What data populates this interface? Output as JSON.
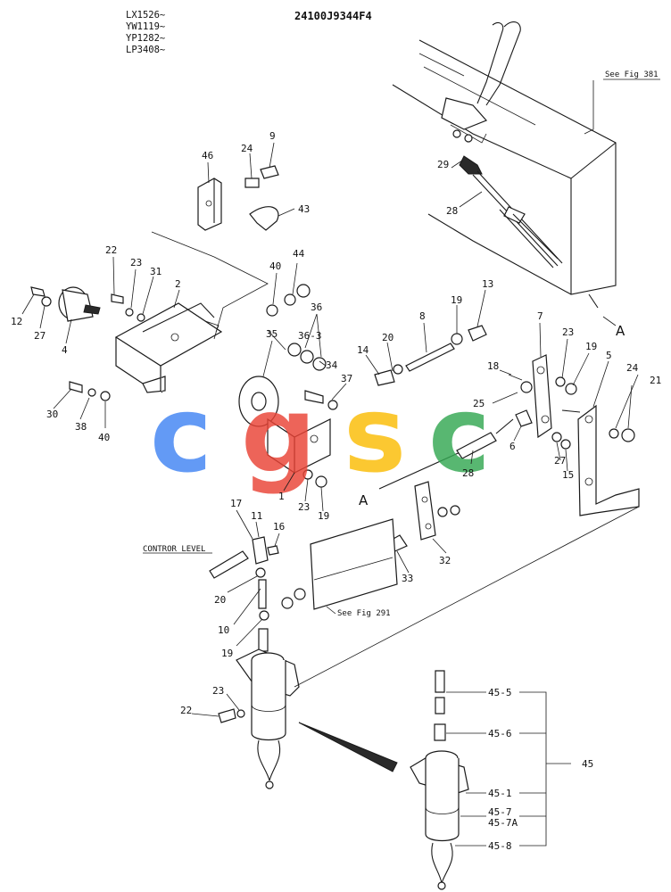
{
  "header": {
    "serial_lines": [
      "LX1526~",
      "YW1119~",
      "YP1282~",
      "LP3408~"
    ],
    "diagram_code": "24100J9344F4"
  },
  "references": {
    "fig_381": "See Fig 381",
    "fig_291": "See Fig 291",
    "control_lever": "CONTROR LEVEL",
    "marker_a": "A"
  },
  "callouts": {
    "c1": "1",
    "c2": "2",
    "c4": "4",
    "c5": "5",
    "c6": "6",
    "c7": "7",
    "c8": "8",
    "c9": "9",
    "c10": "10",
    "c11": "11",
    "c12": "12",
    "c13": "13",
    "c14": "14",
    "c15": "15",
    "c16": "16",
    "c17": "17",
    "c18": "18",
    "c19": "19",
    "c20": "20",
    "c21": "21",
    "c22": "22",
    "c23": "23",
    "c24": "24",
    "c25": "25",
    "c27": "27",
    "c28": "28",
    "c29": "29",
    "c30": "30",
    "c31": "31",
    "c32": "32",
    "c33": "33",
    "c34": "34",
    "c35": "35",
    "c36": "36",
    "c36_3": "36-3",
    "c37": "37",
    "c38": "38",
    "c40": "40",
    "c43": "43",
    "c44": "44",
    "c45": "45",
    "c46": "46"
  },
  "kit": {
    "k45_5": "45-5",
    "k45_6": "45-6",
    "k45_1": "45-1",
    "k45_7": "45-7",
    "k45_7a": "45-7A",
    "k45_8": "45-8"
  },
  "watermark": {
    "letters": [
      "c",
      "g",
      "s",
      "c"
    ],
    "colors": [
      "#4285F4",
      "#EA4335",
      "#FBBC05",
      "#34A853"
    ]
  }
}
